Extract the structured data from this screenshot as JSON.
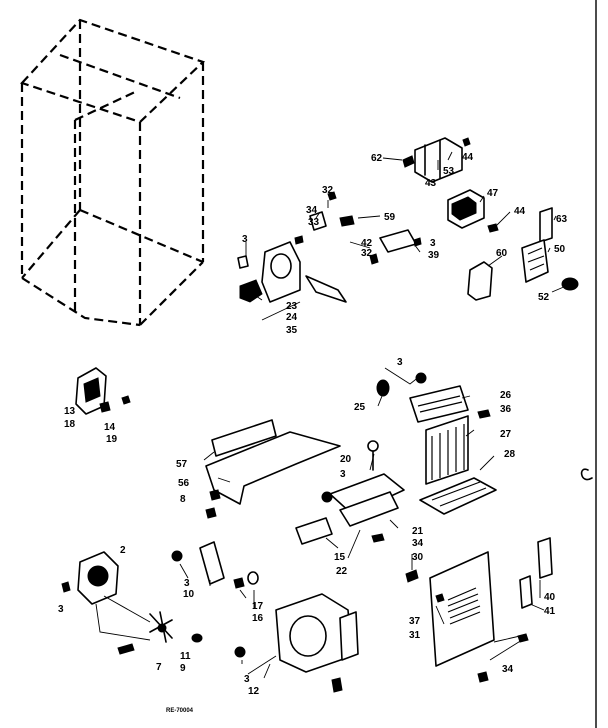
{
  "diagram": {
    "part_numbers": {
      "p62": "62",
      "p53": "53",
      "p44a": "44",
      "p43": "43",
      "p47": "47",
      "p44b": "44",
      "p63": "63",
      "p50": "50",
      "p60": "60",
      "p52": "52",
      "p32a": "32",
      "p34a": "34",
      "p33": "33",
      "p59": "59",
      "p3a": "3",
      "p42": "42",
      "p32b": "32",
      "p3b": "3",
      "p39": "39",
      "p23": "23",
      "p24": "24",
      "p35": "35",
      "p13": "13",
      "p18": "18",
      "p14": "14",
      "p19": "19",
      "p3c": "3",
      "p26": "26",
      "p25": "25",
      "p36": "36",
      "p27": "27",
      "p28": "28",
      "p57": "57",
      "p20": "20",
      "p3d": "3",
      "p56": "56",
      "p8": "8",
      "p21": "21",
      "p34b": "34",
      "p15": "15",
      "p22": "22",
      "p30": "30",
      "p2": "2",
      "p3e": "3",
      "p10": "10",
      "p3f": "3",
      "p17": "17",
      "p16": "16",
      "p11": "11",
      "p9": "9",
      "p7": "7",
      "p40": "40",
      "p41": "41",
      "p37": "37",
      "p31": "31",
      "p34c": "34",
      "p3g": "3",
      "p12": "12"
    },
    "drawing_code": "RE-70004"
  }
}
